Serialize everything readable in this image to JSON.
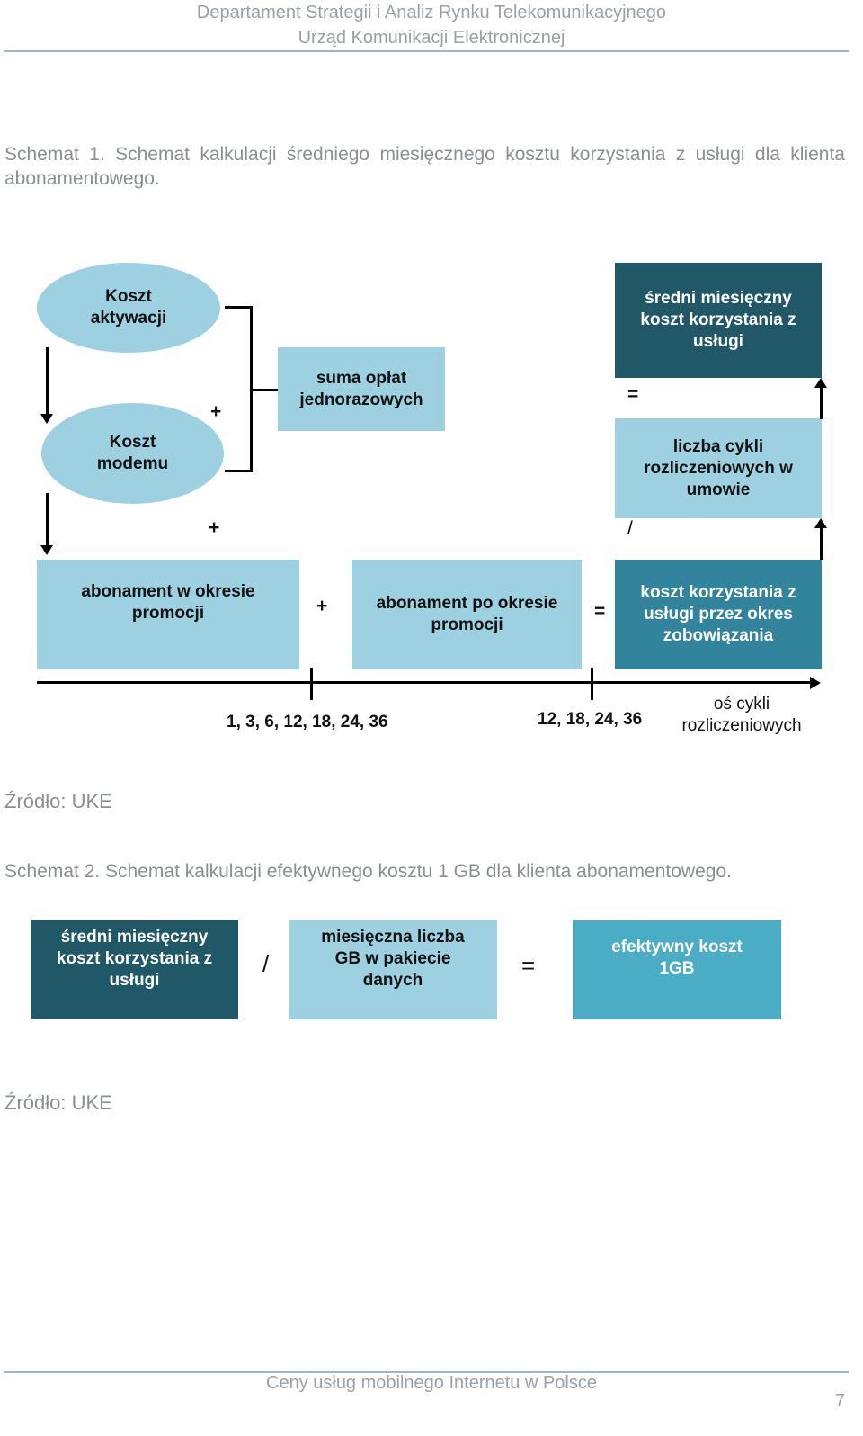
{
  "header": {
    "line1": "Departament Strategii i Analiz Rynku Telekomunikacyjnego",
    "line2": "Urząd Komunikacji Elektronicznej"
  },
  "schemat1": {
    "caption": "Schemat 1. Schemat kalkulacji średniego miesięcznego kosztu korzystania z usługi dla klienta abonamentowego.",
    "ellipse_aktywacja": "Koszt aktywacji",
    "ellipse_modem": "Koszt modemu",
    "box_suma": "suma opłat jednorazowych",
    "box_sredni": "średni miesięczny koszt korzystania z usługi",
    "box_liczba": "liczba cykli rozliczeniowych w umowie",
    "box_abon_promo": "abonament w okresie promocji",
    "box_abon_po": "abonament po okresie promocji",
    "box_koszt": "koszt korzystania z usługi przez okres zobowiązania",
    "op_plus_1": "+",
    "op_plus_2": "+",
    "op_plus_3": "+",
    "op_eq_1": "=",
    "op_eq_2": "=",
    "op_div": "/",
    "axis_tick1": "1, 3, 6, 12, 18, 24, 36",
    "axis_tick2": "12, 18, 24, 36",
    "axis_label": "oś cykli rozliczeniowych",
    "source": "Źródło: UKE"
  },
  "schemat2": {
    "caption": "Schemat 2. Schemat kalkulacji efektywnego kosztu 1 GB dla klienta abonamentowego.",
    "box_sredni": "średni miesięczny koszt korzystania z usługi",
    "box_liczba_gb": "miesięczna liczba GB w pakiecie danych",
    "box_efektywny": "efektywny koszt 1GB",
    "op_div": "/",
    "op_eq": "=",
    "source": "Źródło: UKE"
  },
  "footer": {
    "title": "Ceny usług mobilnego Internetu w Polsce",
    "page": "7"
  },
  "colors": {
    "light_blue": "#9dd1e2",
    "dark_teal": "#215868",
    "mid_teal": "#31849b",
    "cyan": "#4bacc6"
  }
}
